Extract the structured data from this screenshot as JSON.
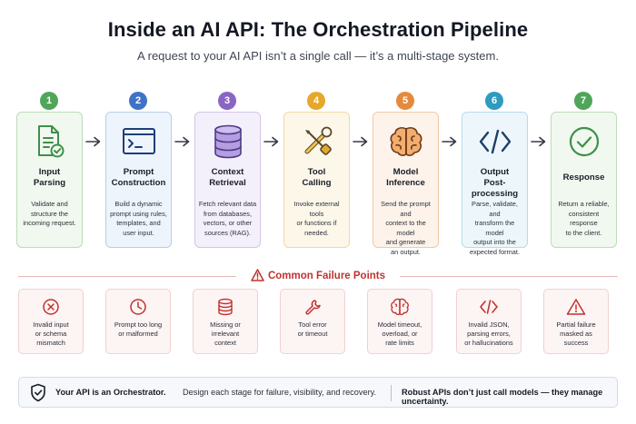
{
  "title": "Inside an AI API: The Orchestration Pipeline",
  "subtitle": "A request to your AI API isn’t a single call — it’s a multi-stage system.",
  "stages": [
    {
      "number": "1",
      "icon": "document-check-icon",
      "title": "Input\nParsing",
      "desc": "Validate and\nstructure the\nincoming request.",
      "color": "#4fa65a",
      "bg": "#f1f8ef",
      "border": "#bcdcb8"
    },
    {
      "number": "2",
      "icon": "terminal-window-icon",
      "title": "Prompt\nConstruction",
      "desc": "Build a dynamic\nprompt using rules,\ntemplates, and\nuser input.",
      "color": "#3f73c8",
      "bg": "#eef4fc",
      "border": "#b9cdea"
    },
    {
      "number": "3",
      "icon": "database-icon",
      "title": "Context\nRetrieval",
      "desc": "Fetch relevant data\nfrom databases,\nvectors, or other\nsources (RAG).",
      "color": "#8a66c4",
      "bg": "#f4f0fb",
      "border": "#d2c4e8"
    },
    {
      "number": "4",
      "icon": "wrench-screwdriver-icon",
      "title": "Tool\nCalling",
      "desc": "Invoke external tools\nor functions if\nneeded.",
      "color": "#e5a82c",
      "bg": "#fdf7ea",
      "border": "#efd9a6"
    },
    {
      "number": "5",
      "icon": "brain-icon",
      "title": "Model\nInference",
      "desc": "Send the prompt and\ncontext to the model\nand generate\nan output.",
      "color": "#e58a3c",
      "bg": "#fdf3ea",
      "border": "#f0c9a6"
    },
    {
      "number": "6",
      "icon": "code-brackets-icon",
      "title": "Output\nPost-processing",
      "desc": "Parse, validate, and\ntransform the model\noutput into the\nexpected format.",
      "color": "#2e9bbf",
      "bg": "#edf7fb",
      "border": "#b5dbe8"
    },
    {
      "number": "7",
      "icon": "check-circle-icon",
      "title": "Response",
      "desc": "Return a reliable,\nconsistent response\nto the client.",
      "color": "#4fa65a",
      "bg": "#f1f8ef",
      "border": "#bcdcb8"
    }
  ],
  "failure_title": "Common Failure Points",
  "failures": [
    {
      "icon": "x-circle-icon",
      "text": "Invalid input\nor schema\nmismatch"
    },
    {
      "icon": "clock-icon",
      "text": "Prompt too long\nor malformed"
    },
    {
      "icon": "database-icon",
      "text": "Missing or\nirrelevant\ncontext"
    },
    {
      "icon": "wrench-icon",
      "text": "Tool error\nor timeout"
    },
    {
      "icon": "brain-icon",
      "text": "Model timeout,\noverload, or\nrate limits"
    },
    {
      "icon": "code-brackets-icon",
      "text": "Invalid JSON,\nparsing errors,\nor hallucinations"
    },
    {
      "icon": "warning-triangle-icon",
      "text": "Partial failure\nmasked as\nsuccess"
    }
  ],
  "failure_color": "#c0322f",
  "footer": {
    "bold": "Your API is an Orchestrator.",
    "text": "Design each stage for failure, visibility, and recovery.",
    "right": "Robust APIs don’t just call models — they manage uncertainty."
  }
}
